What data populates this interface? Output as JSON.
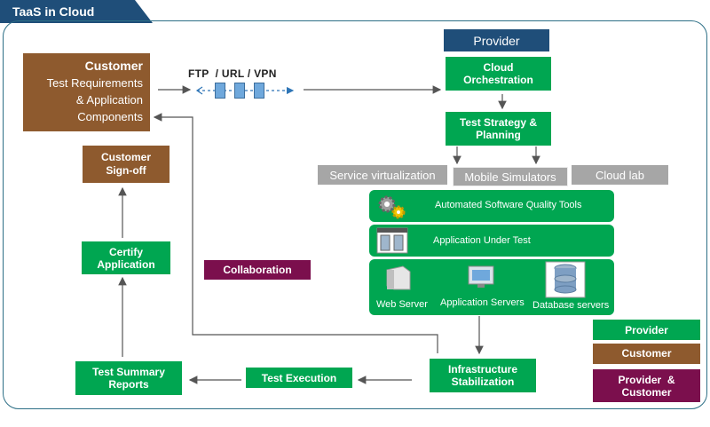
{
  "title": "TaaS in Cloud",
  "customer": {
    "title": "Customer",
    "desc_lines": [
      "Test Requirements",
      "& Application",
      "Components"
    ]
  },
  "transfer_label": "FTP  / URL / VPN",
  "provider_header": "Provider",
  "steps": {
    "cloud_orchestration": "Cloud Orchestration",
    "test_strategy": "Test Strategy & Planning",
    "infrastructure": "Infrastructure Stabilization",
    "test_execution": "Test Execution",
    "test_summary": "Test Summary Reports",
    "certify": "Certify Application",
    "customer_signoff": "Customer Sign-off"
  },
  "environments": [
    "Service virtualization",
    "Mobile Simulators",
    "Cloud lab"
  ],
  "stack": {
    "tools": "Automated Software Quality Tools",
    "aut": "Application Under Test",
    "servers": [
      "Web Server",
      "Application Servers",
      "Database servers"
    ]
  },
  "collaboration": "Collaboration",
  "legend": {
    "provider": "Provider",
    "customer": "Customer",
    "both": "Provider  &  Customer"
  },
  "colors": {
    "provider": "#00a651",
    "customer": "#8e5a2e",
    "both": "#7b0f4d",
    "header": "#1f4e79",
    "environment": "#a6a6a6"
  }
}
